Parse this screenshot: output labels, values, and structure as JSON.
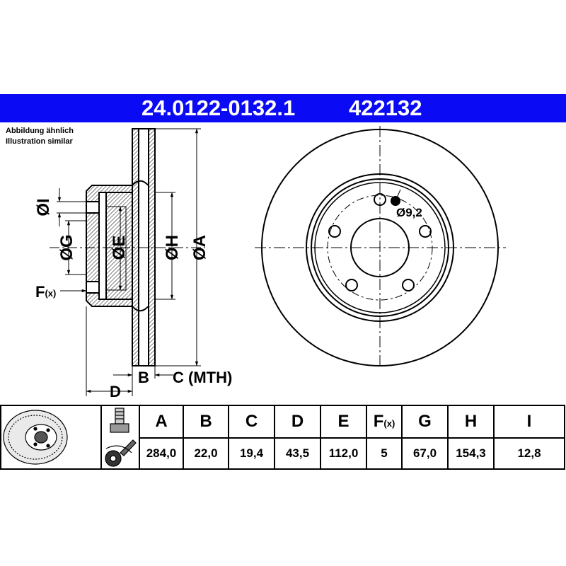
{
  "header": {
    "part_number": "24.0122-0132.1",
    "ref_number": "422132",
    "background": "#0a0af5"
  },
  "note": {
    "line1": "Abbildung ähnlich",
    "line2": "Illustration similar"
  },
  "drawing_labels": {
    "dia_i": "ØI",
    "dia_g": "ØG",
    "dia_e": "ØE",
    "dia_h": "ØH",
    "dia_a": "ØA",
    "f_x": "F",
    "f_x_sub": "(x)",
    "b": "B",
    "c_mth": "C (MTH)",
    "d": "D",
    "bolt_hole": "Ø9,2"
  },
  "table": {
    "columns": [
      {
        "key": "A",
        "header": "A",
        "value": "284,0"
      },
      {
        "key": "B",
        "header": "B",
        "value": "22,0"
      },
      {
        "key": "C",
        "header": "C",
        "value": "19,4"
      },
      {
        "key": "D",
        "header": "D",
        "value": "43,5"
      },
      {
        "key": "E",
        "header": "E",
        "value": "112,0"
      },
      {
        "key": "F",
        "header": "F",
        "header_sub": "(x)",
        "value": "5"
      },
      {
        "key": "G",
        "header": "G",
        "value": "67,0"
      },
      {
        "key": "H",
        "header": "H",
        "value": "154,3"
      },
      {
        "key": "I",
        "header": "I",
        "value": "12,8"
      }
    ]
  },
  "icons": {
    "thumbnail": "brake-disc-thumbnail-icon",
    "bolt": "bolt-icon",
    "torque": "torque-wrench-icon"
  }
}
